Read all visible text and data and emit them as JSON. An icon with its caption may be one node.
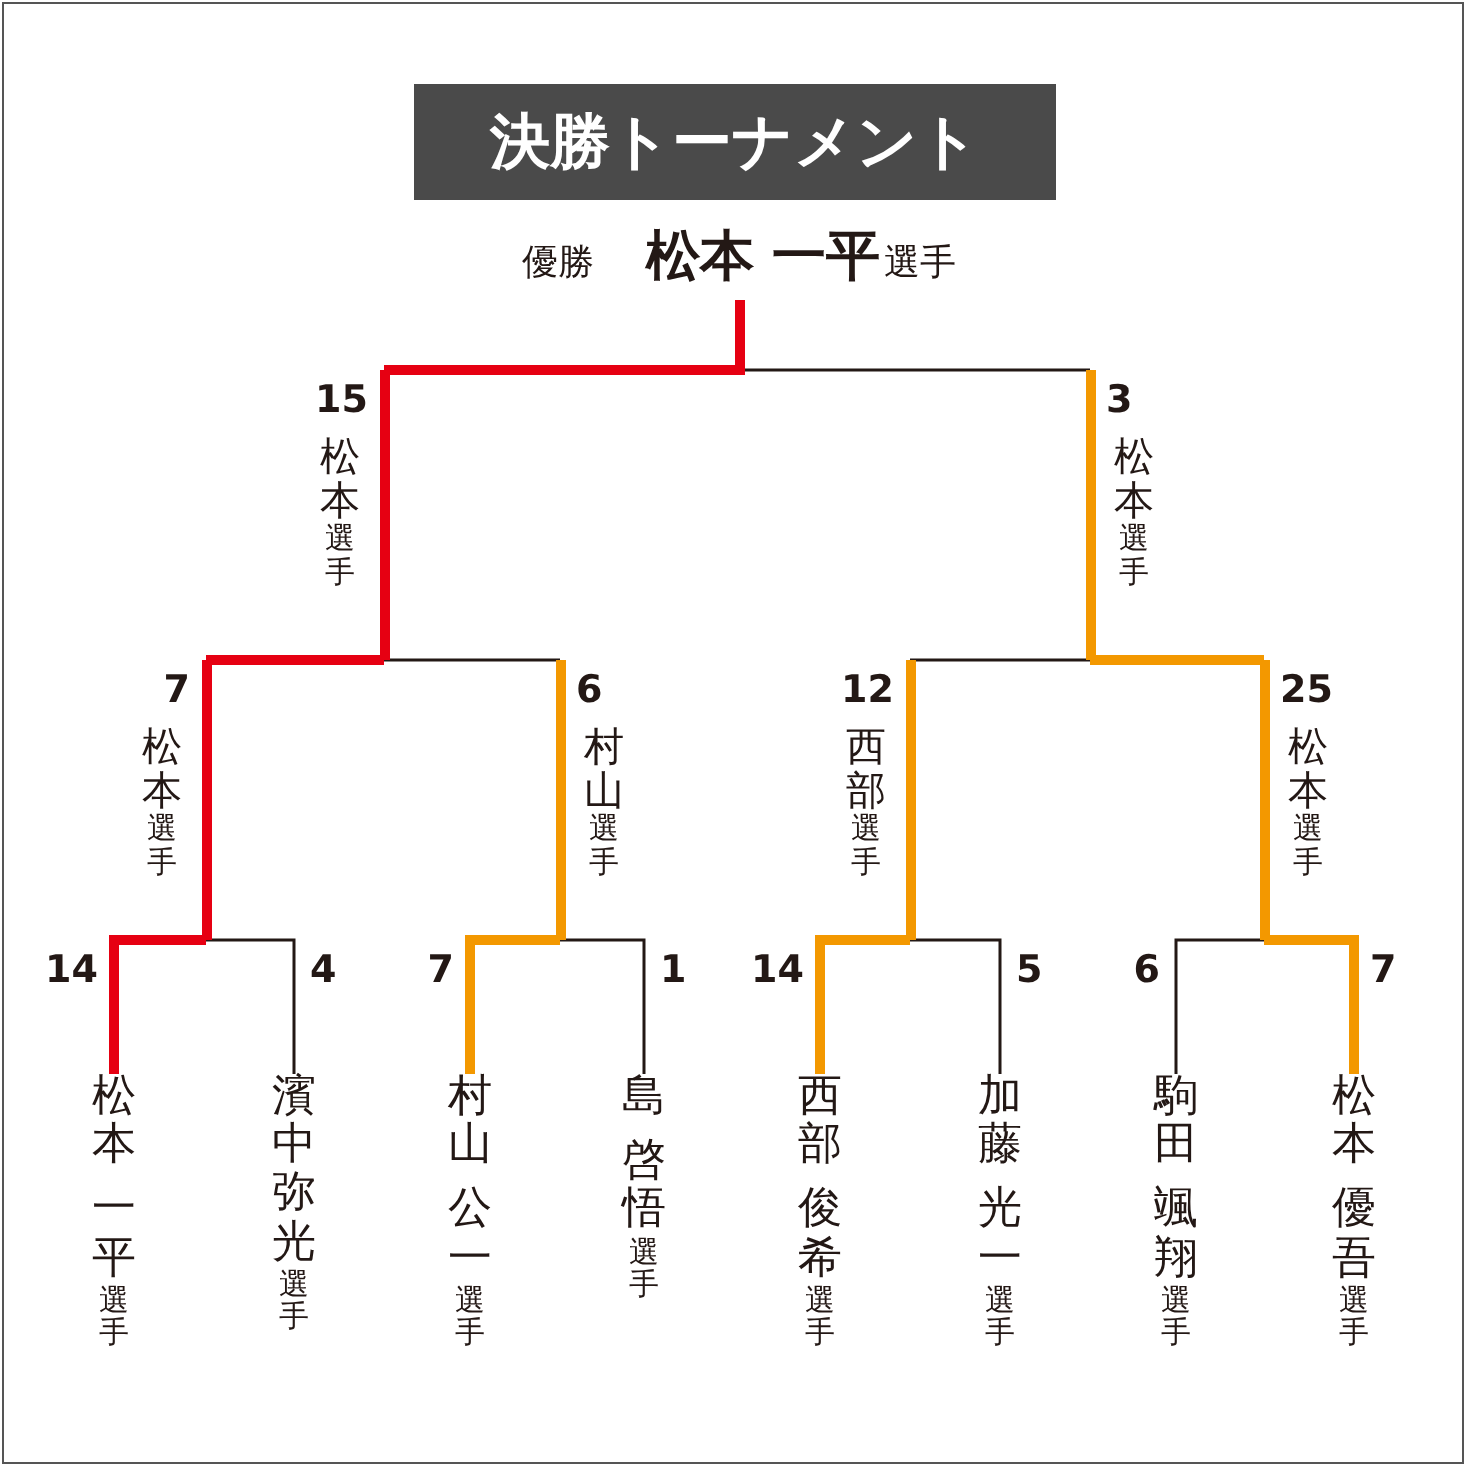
{
  "diagram": {
    "title": "決勝トーナメント",
    "nodes": [
      {
        "text": [
          "優勝",
          "松本 一平",
          "選手"
        ]
      },
      {
        "text": [
          "松本",
          "一平",
          "選手"
        ]
      },
      {
        "text": [
          "濱中弥光",
          "選手"
        ]
      },
      {
        "text": [
          "村山",
          "公一",
          "選手"
        ]
      },
      {
        "text": [
          "島",
          "啓悟",
          "選手"
        ]
      },
      {
        "text": [
          "西部",
          "俊希",
          "選手"
        ]
      },
      {
        "text": [
          "加藤",
          "光一",
          "選手"
        ]
      },
      {
        "text": [
          "駒田",
          "颯翔",
          "選手"
        ]
      },
      {
        "text": [
          "松本",
          "優吾",
          "選手"
        ]
      },
      {
        "text": [
          "松本",
          "選手"
        ]
      },
      {
        "text": [
          "村山",
          "選手"
        ]
      },
      {
        "text": [
          "西部",
          "選手"
        ]
      },
      {
        "text": [
          "松本",
          "選手"
        ]
      },
      {
        "text": [
          "松本",
          "選手"
        ]
      },
      {
        "text": [
          "松本",
          "選手"
        ]
      }
    ],
    "edges": [
      {
        "from": 1,
        "to": 9,
        "arrow": "none",
        "label": "14",
        "style": "thick",
        "color": "#e60012"
      },
      {
        "from": 2,
        "to": 9,
        "arrow": "none",
        "label": "4"
      },
      {
        "from": 3,
        "to": 10,
        "arrow": "none",
        "label": "7",
        "style": "thick",
        "color": "#f39800"
      },
      {
        "from": 4,
        "to": 10,
        "arrow": "none",
        "label": "1"
      },
      {
        "from": 5,
        "to": 11,
        "arrow": "none",
        "label": "14",
        "style": "thick",
        "color": "#f39800"
      },
      {
        "from": 6,
        "to": 11,
        "arrow": "none",
        "label": "5"
      },
      {
        "from": 7,
        "to": 12,
        "arrow": "none",
        "label": "6"
      },
      {
        "from": 8,
        "to": 12,
        "arrow": "none",
        "label": "7",
        "style": "thick",
        "color": "#f39800"
      },
      {
        "from": 9,
        "to": 13,
        "arrow": "none",
        "label": "7",
        "style": "thick",
        "color": "#e60012"
      },
      {
        "from": 10,
        "to": 13,
        "arrow": "none",
        "label": "6"
      },
      {
        "from": 11,
        "to": 14,
        "arrow": "none",
        "label": "12"
      },
      {
        "from": 12,
        "to": 14,
        "arrow": "none",
        "label": "25",
        "style": "thick",
        "color": "#f39800"
      },
      {
        "from": 13,
        "to": 0,
        "arrow": "none",
        "label": "15",
        "style": "thick",
        "color": "#e60012"
      },
      {
        "from": 14,
        "to": 0,
        "arrow": "none",
        "label": "3"
      }
    ]
  }
}
